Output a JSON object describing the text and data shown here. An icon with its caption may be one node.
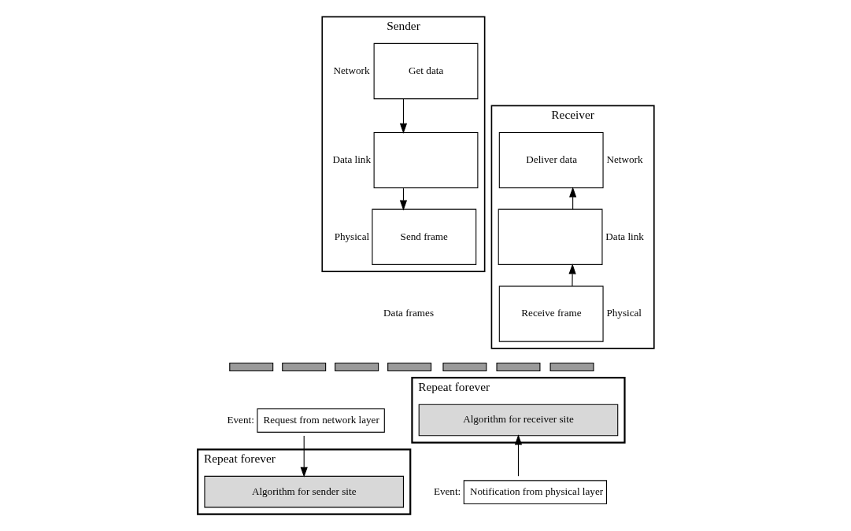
{
  "diagram": {
    "nodes": [
      {
        "text": [
          "Sender"
        ]
      },
      {
        "text": [
          "Get data"
        ],
        "in": 0,
        "beside": [
          "Network"
        ]
      },
      {
        "text": [],
        "shape": "box",
        "in": 0,
        "beside": [
          "Data link"
        ]
      },
      {
        "text": [
          "Send frame"
        ],
        "in": 0,
        "beside": [
          "Physical"
        ]
      },
      {
        "text": [
          "Receiver"
        ]
      },
      {
        "text": [
          "Deliver data"
        ],
        "in": 4,
        "beside": [
          "Network"
        ]
      },
      {
        "text": [],
        "shape": "box",
        "in": 4,
        "beside": [
          "Data link"
        ]
      },
      {
        "text": [
          "Receive frame"
        ],
        "in": 4,
        "beside": [
          "Physical"
        ]
      },
      {
        "text": [],
        "shape": "bar"
      },
      {
        "text": [],
        "shape": "bar"
      },
      {
        "text": [],
        "shape": "bar"
      },
      {
        "text": [],
        "shape": "bar"
      },
      {
        "text": [],
        "shape": "bar"
      },
      {
        "text": [],
        "shape": "bar"
      },
      {
        "text": [],
        "shape": "bar"
      },
      {
        "text": [
          "Request from network layer"
        ],
        "beside": [
          "Event:"
        ]
      },
      {
        "text": [
          "Repeat forever"
        ]
      },
      {
        "text": [
          "Algorithm for sender site"
        ],
        "in": 16
      },
      {
        "text": [
          "Repeat forever"
        ]
      },
      {
        "text": [
          "Algorithm for receiver site"
        ],
        "in": 18
      },
      {
        "text": [
          "Notification from physical layer"
        ],
        "beside": [
          "Event:"
        ]
      }
    ],
    "edges": [
      {
        "from": 1,
        "to": 2,
        "arrow": "to"
      },
      {
        "from": 2,
        "to": 3,
        "arrow": "to"
      },
      {
        "from": 7,
        "to": 6,
        "arrow": "to"
      },
      {
        "from": 6,
        "to": 5,
        "arrow": "to"
      },
      {
        "from": 15,
        "to": 17,
        "arrow": "to"
      },
      {
        "from": 20,
        "to": 19,
        "arrow": "to"
      }
    ],
    "labels": [
      "Data frames"
    ]
  }
}
